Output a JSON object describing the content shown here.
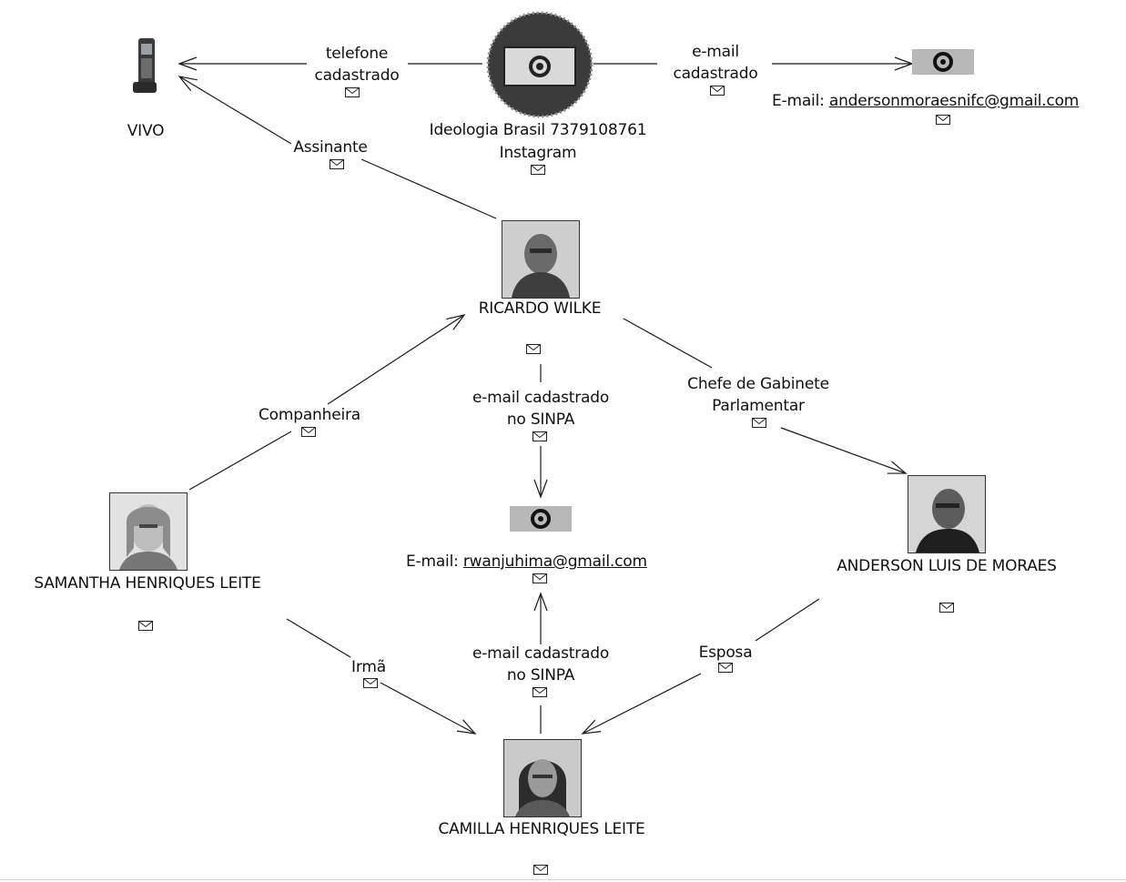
{
  "nodes": {
    "vivo": {
      "label": "VIVO",
      "icon": "mobile-phone-icon"
    },
    "ideologia": {
      "label_line1": "Ideologia Brasil 7379108761",
      "label_line2": "Instagram",
      "icon": "instagram-profile-icon"
    },
    "email_top": {
      "prefix": "E-mail:",
      "address": "andersonmoraesnifc@gmail.com",
      "icon": "email-at-icon"
    },
    "ricardo": {
      "label": "RICARDO WILKE",
      "icon": "person-photo-icon"
    },
    "email_mid": {
      "prefix": "E-mail:",
      "address": "rwanjuhima@gmail.com",
      "icon": "email-at-icon"
    },
    "samantha": {
      "label": "SAMANTHA HENRIQUES LEITE",
      "icon": "person-photo-icon"
    },
    "anderson": {
      "label": "ANDERSON LUIS DE MORAES",
      "icon": "person-photo-icon"
    },
    "camilla": {
      "label": "CAMILLA HENRIQUES LEITE",
      "icon": "person-photo-icon"
    }
  },
  "edges": {
    "telefone": {
      "line1": "telefone",
      "line2": "cadastrado"
    },
    "email_top": {
      "line1": "e-mail",
      "line2": "cadastrado"
    },
    "assinante": {
      "line1": "Assinante"
    },
    "companheira": {
      "line1": "Companheira"
    },
    "email_ricardo": {
      "line1": "e-mail cadastrado",
      "line2": "no SINPA"
    },
    "chefe": {
      "line1": "Chefe de Gabinete",
      "line2": "Parlamentar"
    },
    "irma": {
      "line1": "Irmã"
    },
    "email_camilla": {
      "line1": "e-mail cadastrado",
      "line2": "no SINPA"
    },
    "esposa": {
      "line1": "Esposa"
    }
  },
  "colors": {
    "line": "#1a1a1a",
    "background": "#ffffff",
    "email_badge": "#b8b8b8"
  }
}
